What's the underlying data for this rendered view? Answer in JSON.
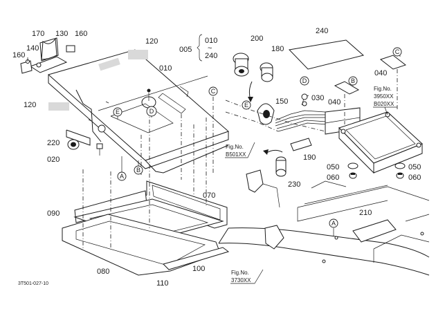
{
  "drawing_code": "3T501-027-10",
  "range_label": {
    "prefix": "005",
    "from": "010",
    "tilde": "~",
    "to": "240"
  },
  "parts": {
    "p010": "010",
    "p020": "020",
    "p030": "030",
    "p040a": "040",
    "p040b": "040",
    "p050a": "050",
    "p050b": "050",
    "p060a": "060",
    "p060b": "060",
    "p070": "070",
    "p080": "080",
    "p090": "090",
    "p100": "100",
    "p110": "110",
    "p120a": "120",
    "p120b": "120",
    "p130": "130",
    "p140": "140",
    "p150": "150",
    "p160a": "160",
    "p160b": "160",
    "p170": "170",
    "p180": "180",
    "p190": "190",
    "p200": "200",
    "p210": "210",
    "p220": "220",
    "p230": "230",
    "p240": "240"
  },
  "fig_refs": {
    "b501": {
      "line1": "Fig.No.",
      "line2": "B501XX"
    },
    "b020": {
      "line1": "Fig.No.",
      "line2": "3950XX",
      "line3": "B020XX"
    },
    "r3730": {
      "line1": "Fig.No.",
      "line2": "3730XX"
    }
  },
  "markers": {
    "a": "A",
    "b": "B",
    "c": "C",
    "d": "D",
    "e": "E"
  }
}
